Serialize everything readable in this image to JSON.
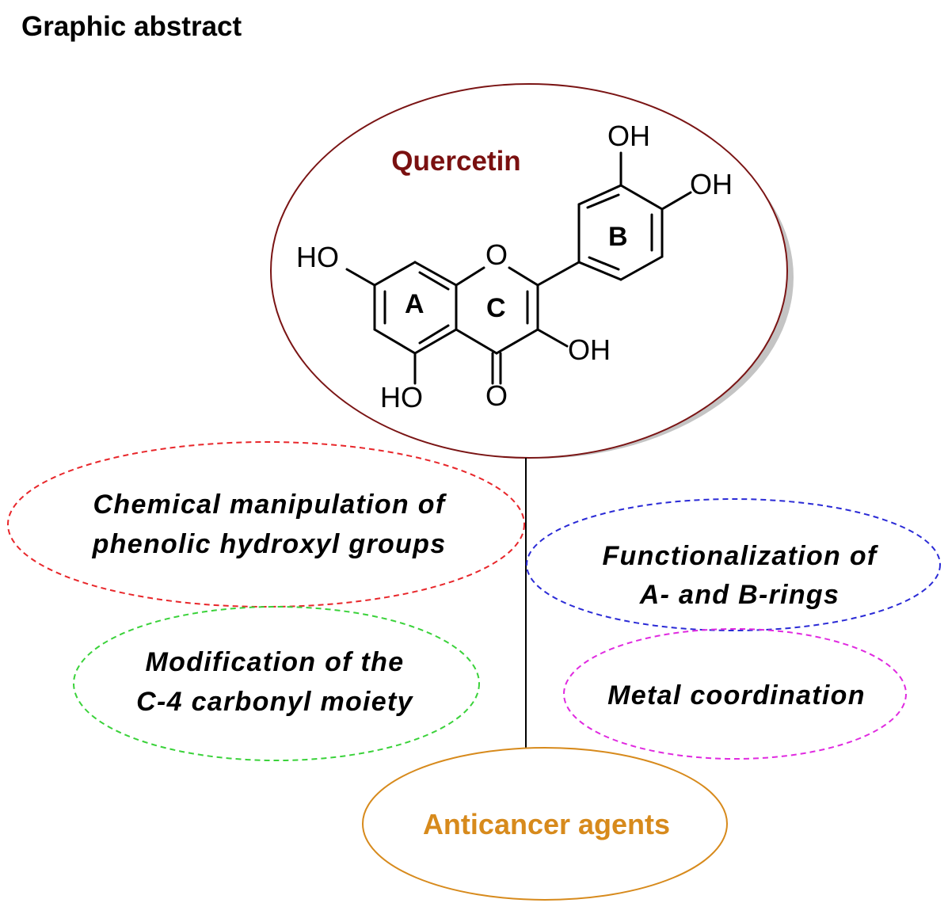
{
  "header": {
    "title": "Graphic abstract"
  },
  "molecule": {
    "name": "Quercetin",
    "ring_labels": [
      "A",
      "B",
      "C"
    ],
    "atom_labels": [
      "HO",
      "HO",
      "O",
      "O",
      "OH",
      "OH",
      "OH"
    ]
  },
  "strategies": [
    {
      "lines": [
        "Chemical manipulation of",
        "phenolic hydroxyl groups"
      ],
      "color": "#e8262a"
    },
    {
      "lines": [
        "Functionalization of",
        "A- and B-rings"
      ],
      "color": "#2a2ad6"
    },
    {
      "lines": [
        "Modification of the",
        "C-4 carbonyl moiety"
      ],
      "color": "#3ad23a"
    },
    {
      "lines": [
        "Metal coordination"
      ],
      "color": "#e02ae0"
    }
  ],
  "outcome": {
    "label": "Anticancer agents",
    "color": "#d78a1c"
  },
  "colors": {
    "quercetin_border": "#7a1414",
    "quercetin_text": "#7a1010",
    "shadow": "#c4c4c4"
  }
}
